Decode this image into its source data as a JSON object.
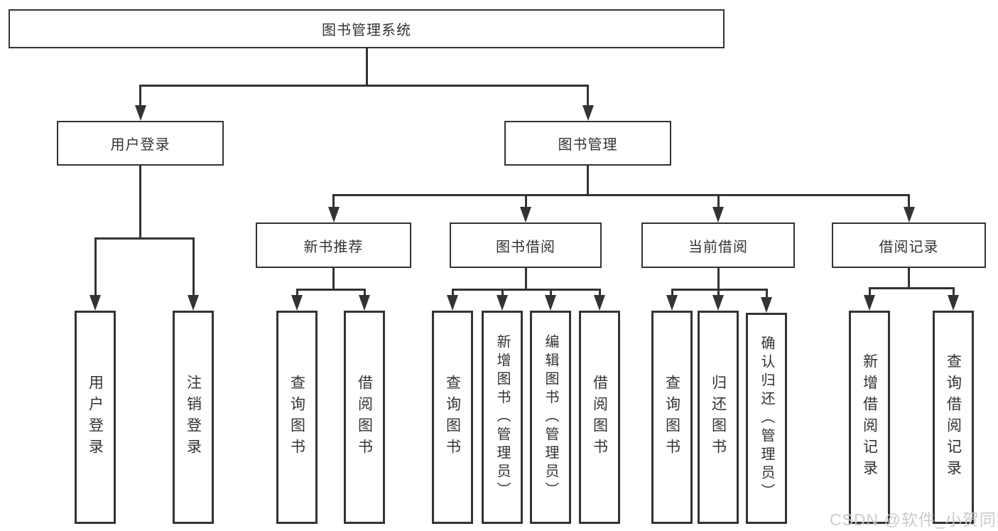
{
  "diagram": {
    "type": "tree",
    "orientation": "top-down"
  },
  "tree": {
    "root": {
      "label": "图书管理系统",
      "children": [
        {
          "label": "用户登录",
          "children": [
            {
              "label": "用户登录"
            },
            {
              "label": "注销登录"
            }
          ]
        },
        {
          "label": "图书管理",
          "children": [
            {
              "label": "新书推荐",
              "children": [
                {
                  "label": "查询图书"
                },
                {
                  "label": "借阅图书"
                }
              ]
            },
            {
              "label": "图书借阅",
              "children": [
                {
                  "label": "查询图书"
                },
                {
                  "label": "新增图书（管理员）"
                },
                {
                  "label": "编辑图书（管理员）"
                },
                {
                  "label": "借阅图书"
                }
              ]
            },
            {
              "label": "当前借阅",
              "children": [
                {
                  "label": "查询图书"
                },
                {
                  "label": "归还图书"
                },
                {
                  "label": "确认归还（管理员）"
                }
              ]
            },
            {
              "label": "借阅记录",
              "children": [
                {
                  "label": "新增借阅记录"
                },
                {
                  "label": "查询借阅记录"
                }
              ]
            }
          ]
        }
      ]
    }
  },
  "watermark": {
    "text": "CSDN @软件_小贺同学",
    "color": "#cbc7c7"
  },
  "colors": {
    "line": "#333333",
    "text": "#333333",
    "background": "#ffffff",
    "box_fill": "#ffffff"
  }
}
